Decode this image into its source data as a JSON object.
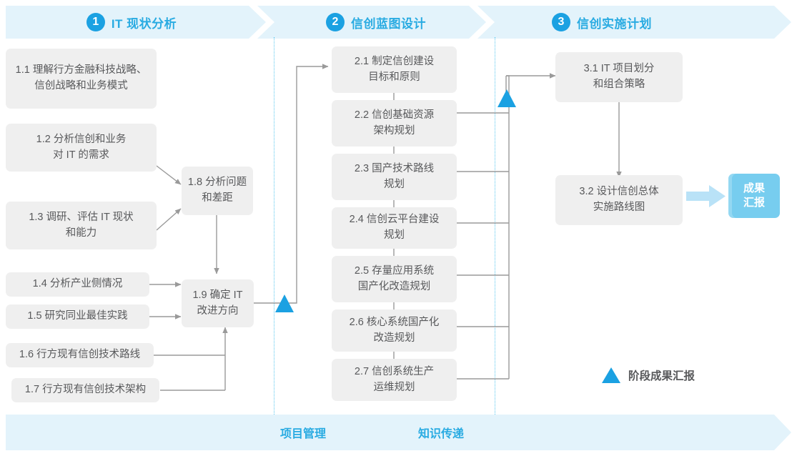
{
  "colors": {
    "accent": "#29abe2",
    "accent_solid": "#1ba1e2",
    "banner_bg": "#e3f3fb",
    "box_bg": "#efefef",
    "box_text": "#58595b",
    "badge_bg": "#77cdef",
    "connector": "#9a9a9a",
    "divider": "#5bc8f0"
  },
  "header": {
    "phases": [
      {
        "number": "1",
        "label": "IT 现状分析"
      },
      {
        "number": "2",
        "label": "信创蓝图设计"
      },
      {
        "number": "3",
        "label": "信创实施计划"
      }
    ]
  },
  "footer": {
    "labels": [
      "项目管理",
      "知识传递"
    ]
  },
  "legend": {
    "icon": "triangle-icon",
    "text": "阶段成果汇报"
  },
  "phase1": {
    "boxes": [
      {
        "id": "1.1",
        "text": "1.1 理解行方金融科技战略、\n信创战略和业务模式"
      },
      {
        "id": "1.2",
        "text": "1.2 分析信创和业务\n对 IT 的需求"
      },
      {
        "id": "1.3",
        "text": "1.3 调研、评估 IT 现状\n和能力"
      },
      {
        "id": "1.4",
        "text": "1.4 分析产业侧情况"
      },
      {
        "id": "1.5",
        "text": "1.5 研究同业最佳实践"
      },
      {
        "id": "1.6",
        "text": "1.6 行方现有信创技术路线"
      },
      {
        "id": "1.7",
        "text": "1.7 行方现有信创技术架构"
      },
      {
        "id": "1.8",
        "text": "1.8 分析问题\n和差距"
      },
      {
        "id": "1.9",
        "text": "1.9 确定 IT\n改进方向"
      }
    ]
  },
  "phase2": {
    "boxes": [
      {
        "id": "2.1",
        "text": "2.1 制定信创建设\n目标和原则"
      },
      {
        "id": "2.2",
        "text": "2.2 信创基础资源\n架构规划"
      },
      {
        "id": "2.3",
        "text": "2.3 国产技术路线\n规划"
      },
      {
        "id": "2.4",
        "text": "2.4 信创云平台建设\n规划"
      },
      {
        "id": "2.5",
        "text": "2.5 存量应用系统\n国产化改造规划"
      },
      {
        "id": "2.6",
        "text": "2.6 核心系统国产化\n改造规划"
      },
      {
        "id": "2.7",
        "text": "2.7 信创系统生产\n运维规划"
      }
    ]
  },
  "phase3": {
    "boxes": [
      {
        "id": "3.1",
        "text": "3.1 IT 项目划分\n和组合策略"
      },
      {
        "id": "3.2",
        "text": "3.2 设计信创总体\n实施路线图"
      }
    ],
    "result": {
      "text": "成果\n汇报"
    }
  }
}
